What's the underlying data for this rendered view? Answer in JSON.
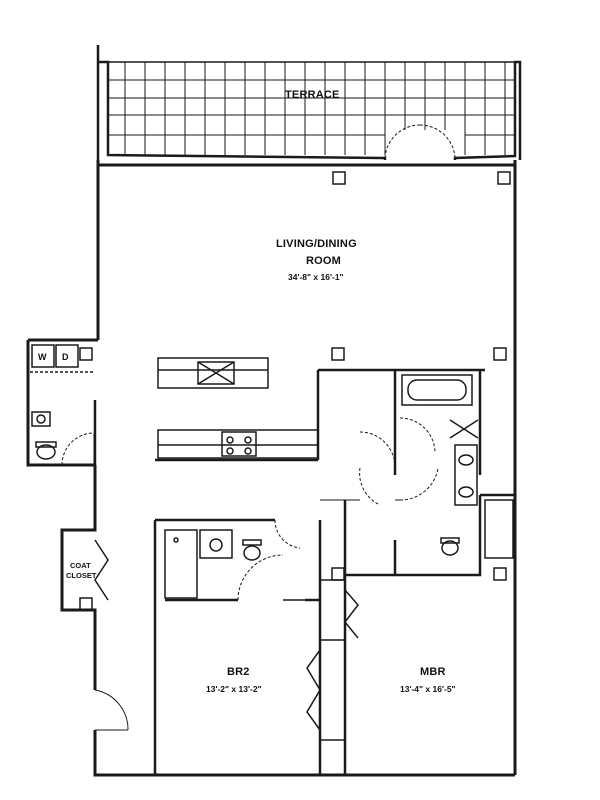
{
  "plan": {
    "terrace": "TERRACE",
    "living_dining": {
      "line1": "LIVING/DINING",
      "line2": "ROOM",
      "dims": "34'-8\" x 16'-1\""
    },
    "br2": {
      "name": "BR2",
      "dims": "13'-2\" x 13'-2\""
    },
    "mbr": {
      "name": "MBR",
      "dims": "13'-4\" x 16'-5\""
    },
    "coat_closet": {
      "line1": "COAT",
      "line2": "CLOSET"
    },
    "washer": "W",
    "dryer": "D"
  },
  "colors": {
    "wall": "#1a1a1a",
    "background": "#ffffff"
  }
}
